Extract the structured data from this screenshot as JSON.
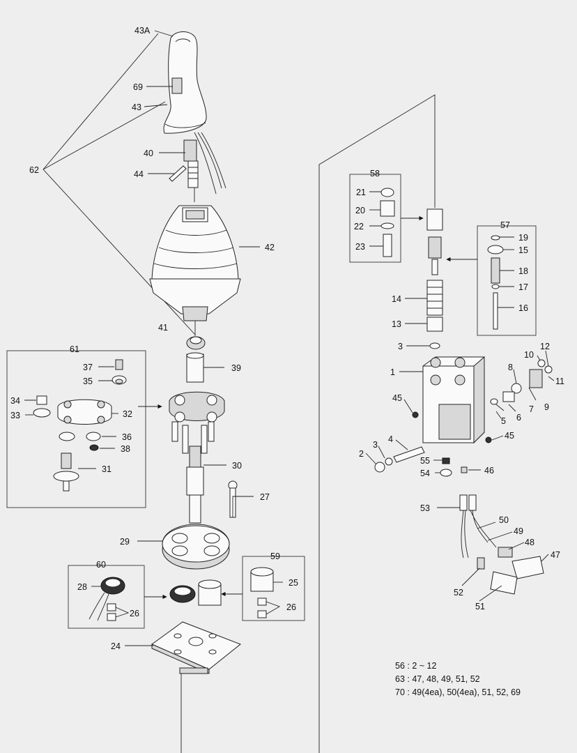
{
  "labels": {
    "l43A": "43A",
    "l69a": "69",
    "l43": "43",
    "l62": "62",
    "l40": "40",
    "l44": "44",
    "l42": "42",
    "l41": "41",
    "l61": "61",
    "l37": "37",
    "l35": "35",
    "l39": "39",
    "l34": "34",
    "l33": "33",
    "l32": "32",
    "l36": "36",
    "l38": "38",
    "l31": "31",
    "l30": "30",
    "l27": "27",
    "l29": "29",
    "l60": "60",
    "l59": "59",
    "l28": "28",
    "l25": "25",
    "l26a": "26",
    "l26b": "26",
    "l24": "24",
    "l58": "58",
    "l21": "21",
    "l20": "20",
    "l22": "22",
    "l23": "23",
    "l57": "57",
    "l19": "19",
    "l15": "15",
    "l18": "18",
    "l17": "17",
    "l16": "16",
    "l14": "14",
    "l13": "13",
    "l3a": "3",
    "l1": "1",
    "l12": "12",
    "l10": "10",
    "l8": "8",
    "l11": "11",
    "l45a": "45",
    "l7": "7",
    "l9": "9",
    "l6": "6",
    "l5": "5",
    "l4": "4",
    "l3b": "3",
    "l2": "2",
    "l55": "55",
    "l54": "54",
    "l46": "46",
    "l45b": "45",
    "l53": "53",
    "l50": "50",
    "l49": "49",
    "l48": "48",
    "l47": "47",
    "l52": "52",
    "l51": "51"
  },
  "notes": [
    "56 : 2 ~ 12",
    "63 : 47, 48, 49, 51, 52",
    "70 : 49(4ea), 50(4ea), 51, 52, 69"
  ]
}
